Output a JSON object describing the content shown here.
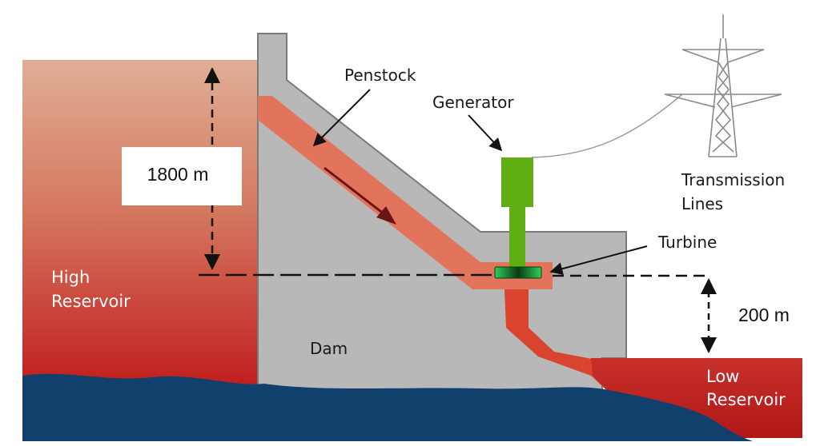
{
  "labels": {
    "penstock": "Penstock",
    "generator": "Generator",
    "transmission_line1": "Transmission",
    "transmission_line2": "Lines",
    "turbine": "Turbine",
    "high_reservoir_line1": "High",
    "high_reservoir_line2": "Reservoir",
    "dam": "Dam",
    "low_reservoir_line1": "Low",
    "low_reservoir_line2": "Reservoir"
  },
  "measurements": {
    "upper_head": "1800 m",
    "lower_head": "200 m"
  },
  "colors": {
    "reservoir_top": "#e0ae96",
    "reservoir_bottom": "#c0191a",
    "penstock": "#e2745c",
    "dam": "#b8b8b8",
    "dam_outline": "#7a7a7a",
    "water": "#12406c",
    "generator": "#5fae13",
    "turbine": "#1f9a2b",
    "tower": "#8a8a8a",
    "arrow_dark": "#6b1414"
  }
}
